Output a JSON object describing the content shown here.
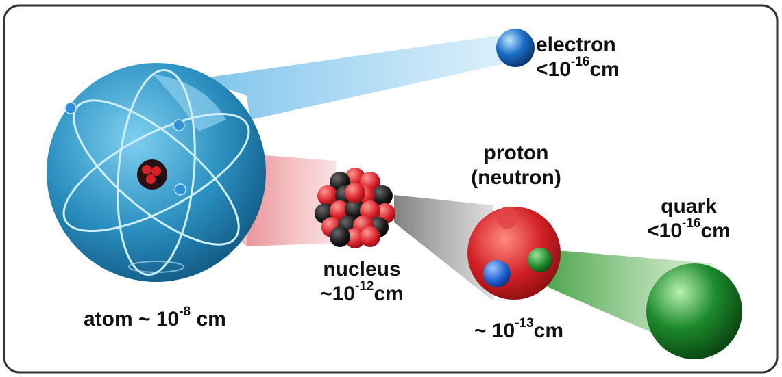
{
  "labels": {
    "electron": {
      "name": "electron",
      "prefix": "<10",
      "exp": "-16",
      "unit": "cm"
    },
    "atom": {
      "prefix": "atom ~ 10",
      "exp": "-8",
      "unit": " cm"
    },
    "nucleus": {
      "name": "nucleus",
      "prefix": "~10",
      "exp": "-12",
      "unit": "cm"
    },
    "proton": {
      "name": "proton",
      "alt": "(neutron)",
      "prefix": "~ 10",
      "exp": "-13",
      "unit": "cm"
    },
    "quark": {
      "name": "quark",
      "prefix": "<10",
      "exp": "-16",
      "unit": "cm"
    }
  },
  "colors": {
    "atom": "#2a8fc0",
    "electron": "#1c6fc8",
    "nucleon_red": "#d8202a",
    "nucleon_black": "#141414",
    "proton": "#d21f24",
    "quark_blue": "#1f5fcf",
    "quark_green": "#1d8a2c",
    "beam_electron": "#a7d3f0",
    "beam_nucleus": "#f2b3b6",
    "beam_proton": "#9a9a9a",
    "beam_quark": "#79c173",
    "frame": "#333333"
  }
}
